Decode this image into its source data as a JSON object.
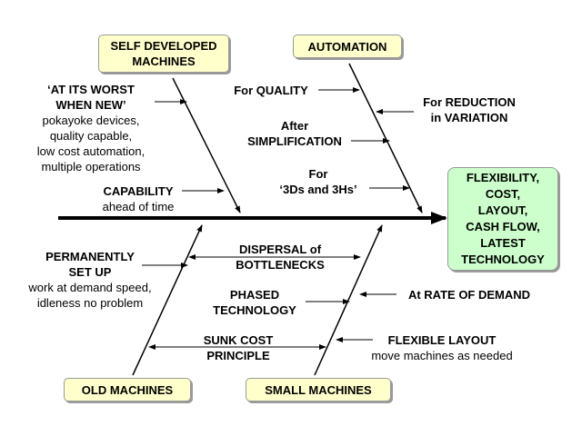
{
  "categories": {
    "self_developed_machines": [
      "SELF DEVELOPED",
      "MACHINES"
    ],
    "automation": "AUTOMATION",
    "old_machines": "OLD MACHINES",
    "small_machines": "SMALL MACHINES"
  },
  "effect": [
    "FLEXIBILITY,",
    "COST,",
    "LAYOUT,",
    "CASH FLOW,",
    "LATEST",
    "TECHNOLOGY"
  ],
  "causes": {
    "worst_when_new": {
      "title": [
        "‘AT ITS WORST",
        "WHEN NEW’"
      ],
      "detail": [
        "pokayoke devices,",
        "quality capable,",
        "low cost automation,",
        "multiple operations"
      ]
    },
    "capability": {
      "title": "CAPABILITY",
      "detail": "ahead of time"
    },
    "for_quality": "For QUALITY",
    "for_reduction": [
      "For REDUCTION",
      "in VARIATION"
    ],
    "after_simplification": [
      "After",
      "SIMPLIFICATION"
    ],
    "for_3ds": [
      "For",
      "‘3Ds and 3Hs’"
    ],
    "permanently_set_up": {
      "title": [
        "PERMANENTLY",
        "SET UP"
      ],
      "detail": [
        "work at demand speed,",
        "idleness no problem"
      ]
    },
    "dispersal": [
      "DISPERSAL of",
      "BOTTLENECKS"
    ],
    "phased_technology": [
      "PHASED",
      "TECHNOLOGY"
    ],
    "rate_of_demand": "At RATE OF DEMAND",
    "sunk_cost": [
      "SUNK COST",
      "PRINCIPLE"
    ],
    "flexible_layout": {
      "title": "FLEXIBLE LAYOUT",
      "detail": "move machines as needed"
    }
  },
  "colors": {
    "cause_box": "#ffffcc",
    "effect_box": "#ccffcc",
    "lines": "#000000"
  }
}
